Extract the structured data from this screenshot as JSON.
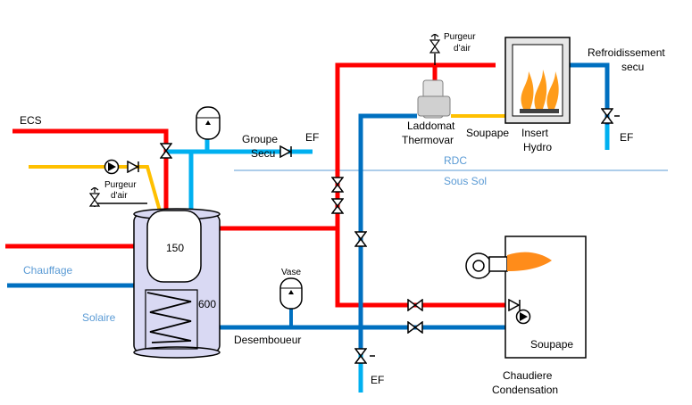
{
  "labels": {
    "ecs": "ECS",
    "purgeur_left_1": "Purgeur",
    "purgeur_left_2": "d'air",
    "purgeur_top_1": "Purgeur",
    "purgeur_top_2": "d’air",
    "groupe_secu_1": "Groupe",
    "groupe_secu_2": "Secu",
    "ef_groupe": "EF",
    "laddomat_1": "Laddomat",
    "laddomat_2": "Thermovar",
    "soupape_insert": "Soupape",
    "insert_1": "Insert",
    "insert_2": "Hydro",
    "refroid_1": "Refroidissement",
    "refroid_2": "secu",
    "ef_refroid": "EF",
    "rdc": "RDC",
    "sous_sol": "Sous Sol",
    "chauffage": "Chauffage",
    "solaire": "Solaire",
    "tank_small": "150",
    "tank_big": "600",
    "vase": "Vase",
    "desemboueur": "Desemboueur",
    "ef_bottom": "EF",
    "soupape_boiler": "Soupape",
    "chaudiere_1": "Chaudiere",
    "chaudiere_2": "Condensation"
  },
  "colors": {
    "hot": "#ff0000",
    "cold": "#0070c0",
    "cold_light": "#00b0f0",
    "solar": "#ffc000",
    "floor_line": "#5b9bd5",
    "tank_fill": "#d9d9f3"
  }
}
